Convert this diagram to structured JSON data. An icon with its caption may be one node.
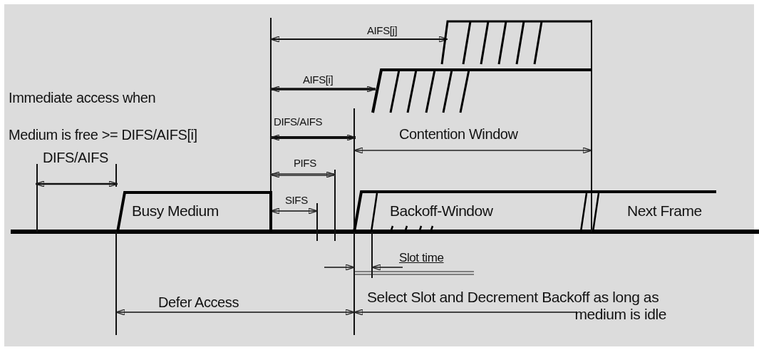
{
  "diagram": {
    "nodes": [
      {
        "text": [
          "Busy Medium"
        ]
      },
      {
        "text": [
          "Backoff-Window"
        ]
      },
      {
        "text": [
          "Next Frame"
        ]
      }
    ],
    "labels": [
      "AIFS[j]",
      "Immediate access when",
      "Medium is free >= DIFS/AIFS[i]",
      "AIFS[i]",
      "DIFS/AIFS",
      "Contention Window",
      "DIFS/AIFS",
      "PIFS",
      "SIFS",
      "Slot time",
      "Defer Access",
      "Select Slot and Decrement Backoff as long as medium is idle"
    ]
  }
}
